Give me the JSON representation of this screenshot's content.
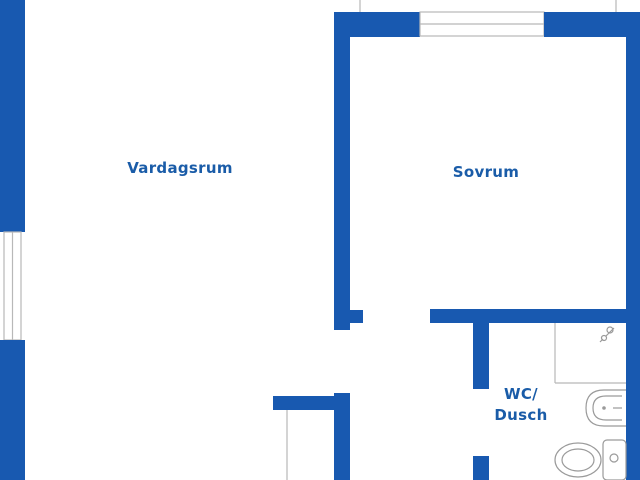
{
  "plan": {
    "rooms": {
      "living": "Vardagsrum",
      "bedroom": "Sovrum",
      "bathroom_line1": "WC/",
      "bathroom_line2": "Dusch"
    },
    "colors": {
      "wall": "#1859b0",
      "label": "#1a5ca8",
      "fixture_stroke": "#9a9a9a",
      "background": "#ffffff"
    }
  }
}
